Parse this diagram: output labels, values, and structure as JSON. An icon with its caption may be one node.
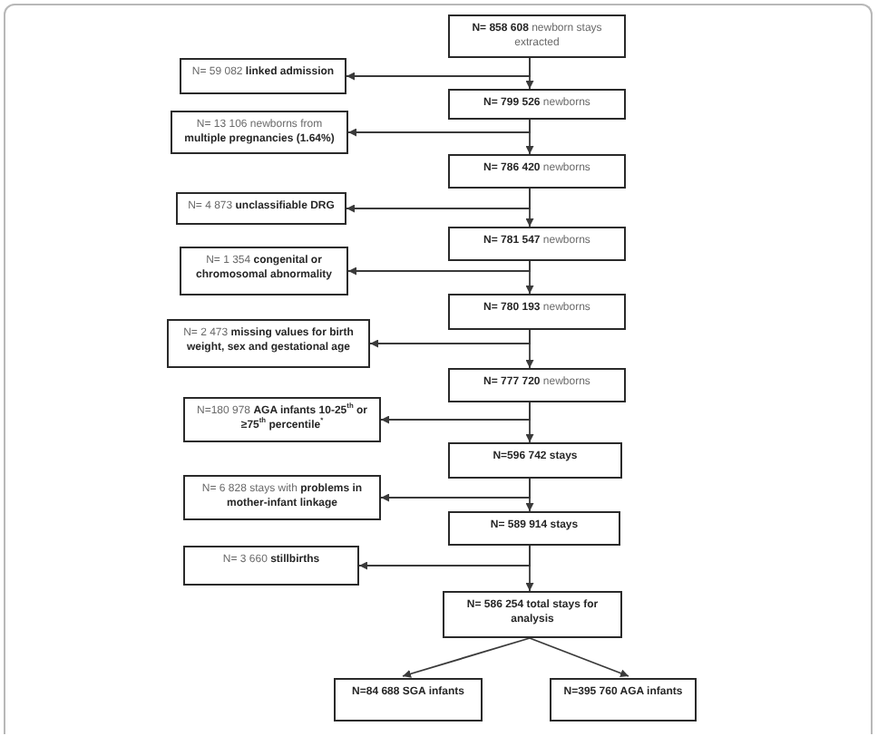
{
  "diagram": {
    "nodes": [
      {
        "text": [
          "**N= 858 608** newborn stays extracted"
        ]
      },
      {
        "text": [
          "N= 59 082 **linked admission**"
        ]
      },
      {
        "text": [
          "**N= 799 526** newborns"
        ]
      },
      {
        "text": [
          "N= 13 106 newborns from **multiple pregnancies (1.64%)**"
        ]
      },
      {
        "text": [
          "**N= 786 420** newborns"
        ]
      },
      {
        "text": [
          "N= 4 873 **unclassifiable DRG**"
        ]
      },
      {
        "text": [
          "**N= 781 547** newborns"
        ]
      },
      {
        "text": [
          "N= 1 354 **congenital or chromosomal abnormality**"
        ]
      },
      {
        "text": [
          "**N= 780 193** newborns"
        ]
      },
      {
        "text": [
          "N= 2 473 **missing values for birth weight, sex and gestational age**"
        ]
      },
      {
        "text": [
          "**N= 777 720** newborns"
        ]
      },
      {
        "text": [
          "N=180 978 **AGA infants 10-25$^{th}$ or ≥75$^{th}$ percentile$^{*}$**"
        ]
      },
      {
        "text": [
          "N=596 742 stays"
        ]
      },
      {
        "text": [
          "N= 6 828 stays with **problems in mother-infant linkage**"
        ]
      },
      {
        "text": [
          "N= 589 914 stays"
        ]
      },
      {
        "text": [
          "N= 3 660 **stillbirths**"
        ]
      },
      {
        "text": [
          "N= 586 254 total stays for analysis"
        ]
      },
      {
        "text": [
          "N=84 688 SGA infants"
        ]
      },
      {
        "text": [
          "N=395 760 AGA infants"
        ]
      }
    ],
    "edges": [
      {
        "from": 0,
        "to": 2,
        "arrow": "to"
      },
      {
        "from": 0,
        "to": 1,
        "arrow": "to"
      },
      {
        "from": 2,
        "to": 4,
        "arrow": "to"
      },
      {
        "from": 2,
        "to": 3,
        "arrow": "to"
      },
      {
        "from": 4,
        "to": 6,
        "arrow": "to"
      },
      {
        "from": 4,
        "to": 5,
        "arrow": "to"
      },
      {
        "from": 6,
        "to": 8,
        "arrow": "to"
      },
      {
        "from": 6,
        "to": 7,
        "arrow": "to"
      },
      {
        "from": 8,
        "to": 10,
        "arrow": "to"
      },
      {
        "from": 8,
        "to": 9,
        "arrow": "to"
      },
      {
        "from": 10,
        "to": 12,
        "arrow": "to"
      },
      {
        "from": 10,
        "to": 11,
        "arrow": "to"
      },
      {
        "from": 12,
        "to": 14,
        "arrow": "to"
      },
      {
        "from": 12,
        "to": 13,
        "arrow": "to"
      },
      {
        "from": 14,
        "to": 16,
        "arrow": "to"
      },
      {
        "from": 14,
        "to": 15,
        "arrow": "to"
      },
      {
        "from": 16,
        "to": 17,
        "arrow": "to"
      },
      {
        "from": 16,
        "to": 18,
        "arrow": "to"
      }
    ]
  }
}
